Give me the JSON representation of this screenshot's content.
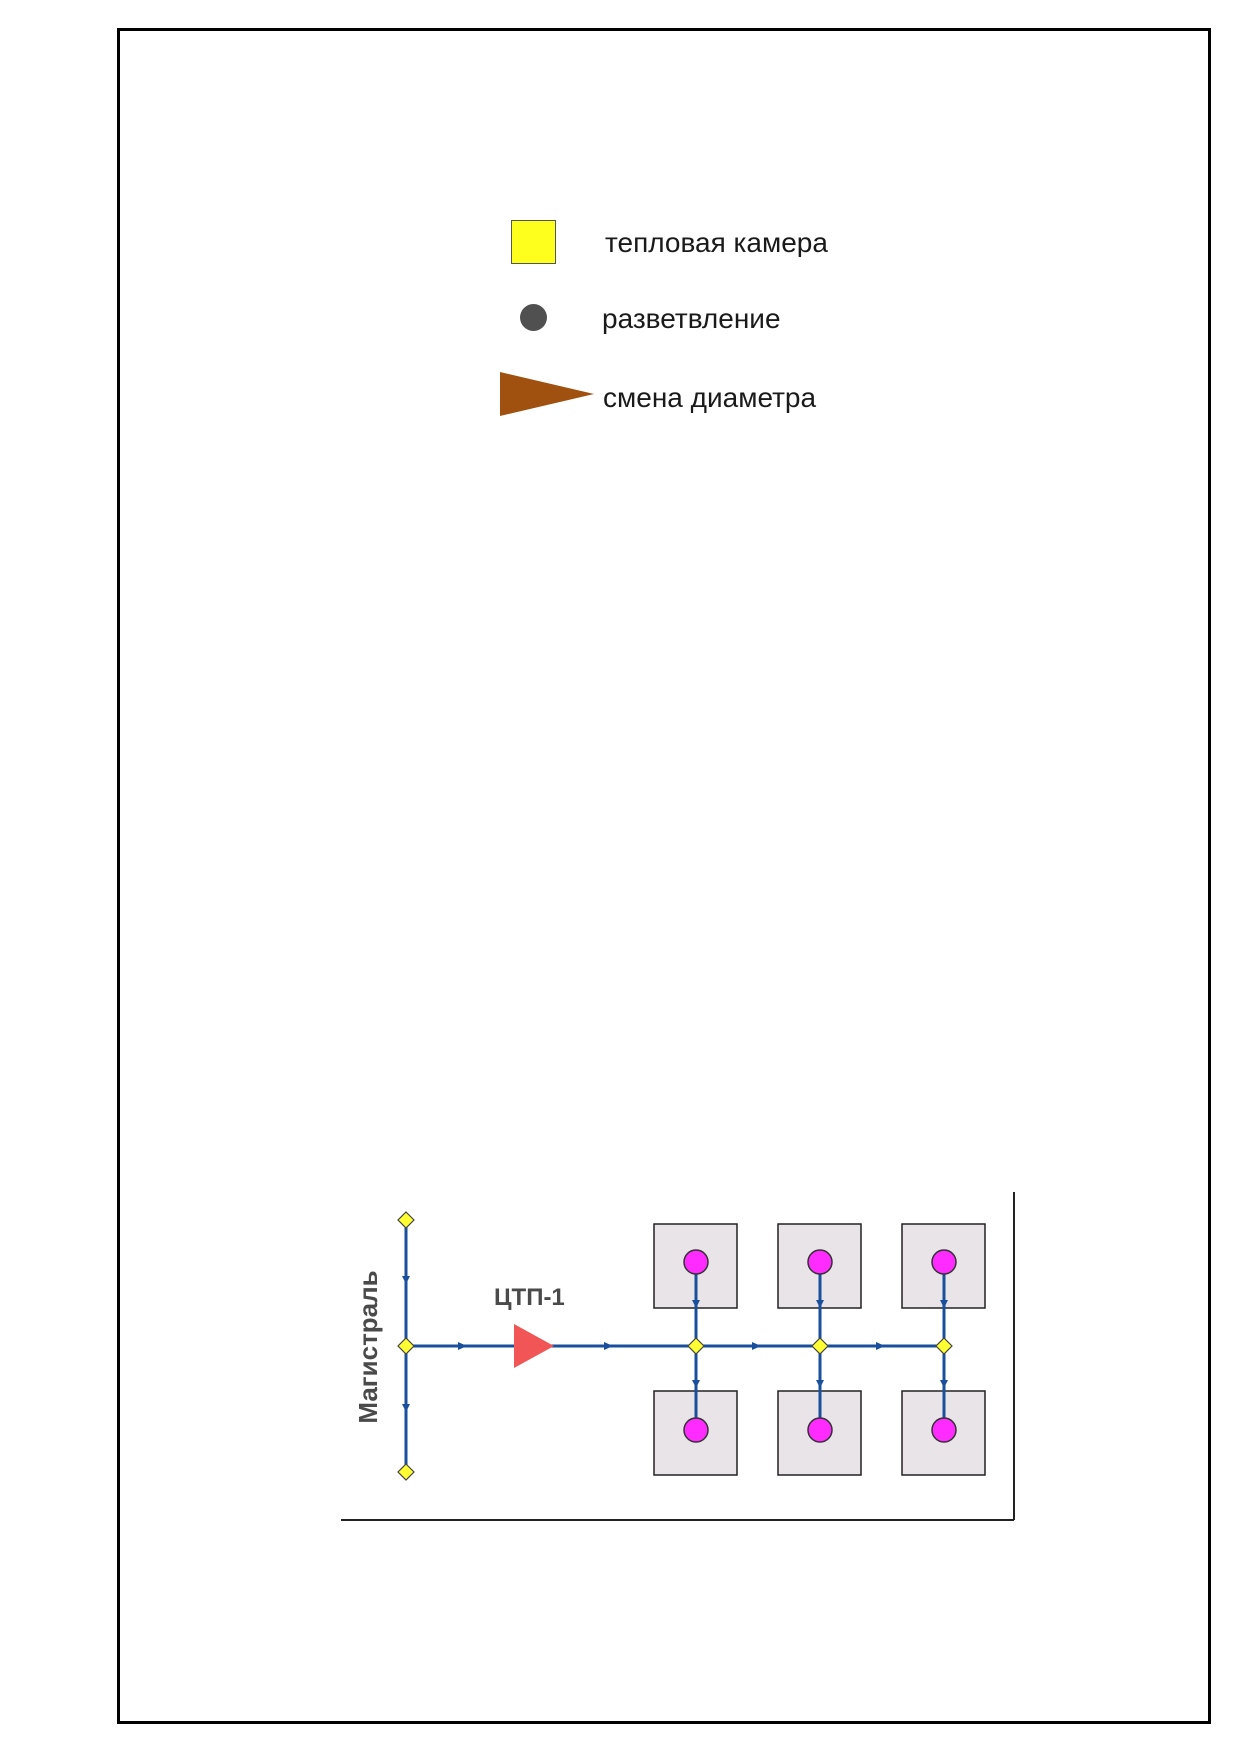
{
  "legend": {
    "items": [
      {
        "label": "тепловая камера",
        "symbol": "yellow-square",
        "color": "#ffff1e"
      },
      {
        "label": "разветвление",
        "symbol": "gray-circle",
        "color": "#505050"
      },
      {
        "label": "смена диаметра",
        "symbol": "brown-triangle",
        "color": "#a0500f"
      }
    ]
  },
  "scheme": {
    "main_label": "Магистраль",
    "station_label": "ЦТП-1",
    "colors": {
      "pipe": "#1a4f9c",
      "node": "#ffff33",
      "consumer": "#ff2bff",
      "building": "#e8e4e8",
      "station": "#f25555"
    }
  }
}
